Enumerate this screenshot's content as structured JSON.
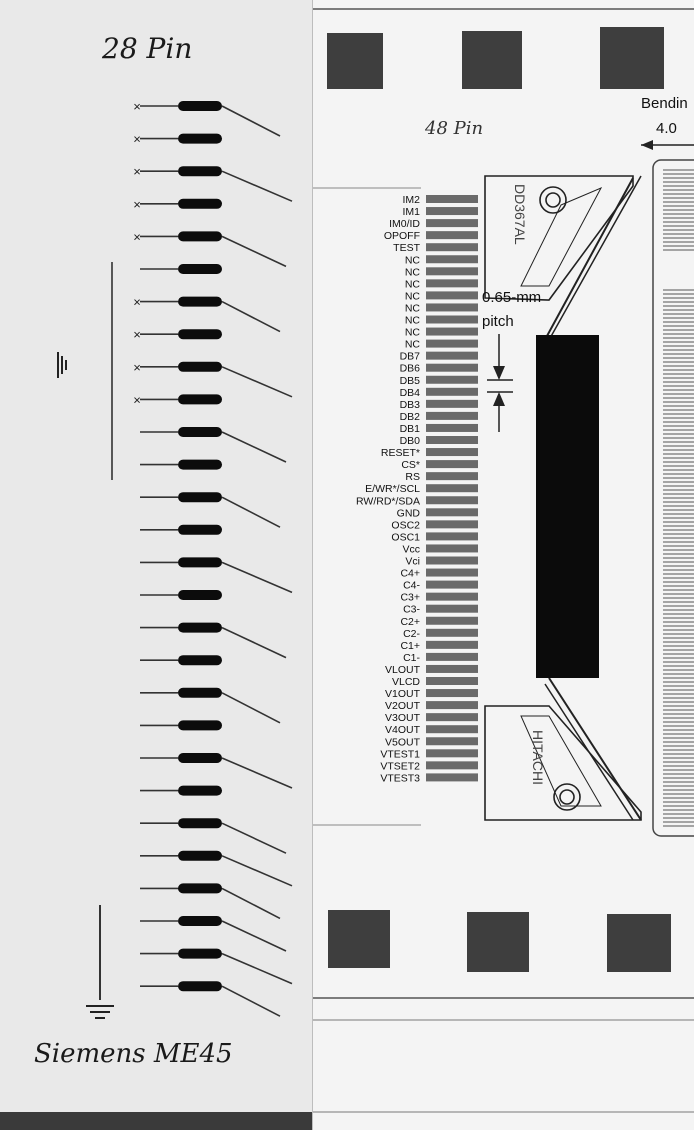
{
  "left_sheet": {
    "title": "28 Pin",
    "footer": "Siemens ME45"
  },
  "right_sheet": {
    "title": "48 Pin",
    "top_label": "Bendin",
    "top_dim": "4.0",
    "pitch_value": "0.65-mm",
    "pitch_word": "pitch",
    "upper_mark": "DD367AL",
    "lower_mark": "HITACHI"
  },
  "pin_labels": [
    "IM2",
    "IM1",
    "IM0/ID",
    "OPOFF",
    "TEST",
    "NC",
    "NC",
    "NC",
    "NC",
    "NC",
    "NC",
    "NC",
    "NC",
    "DB7",
    "DB6",
    "DB5",
    "DB4",
    "DB3",
    "DB2",
    "DB1",
    "DB0",
    "RESET*",
    "CS*",
    "RS",
    "E/WR*/SCL",
    "RW/RD*/SDA",
    "GND",
    "OSC2",
    "OSC1",
    "Vcc",
    "Vci",
    "C4+",
    "C4-",
    "C3+",
    "C3-",
    "C2+",
    "C2-",
    "C1+",
    "C1-",
    "VLOUT",
    "VLCD",
    "V1OUT",
    "V2OUT",
    "V3OUT",
    "V4OUT",
    "V5OUT",
    "VTEST1",
    "VTSET2",
    "VTEST3"
  ]
}
